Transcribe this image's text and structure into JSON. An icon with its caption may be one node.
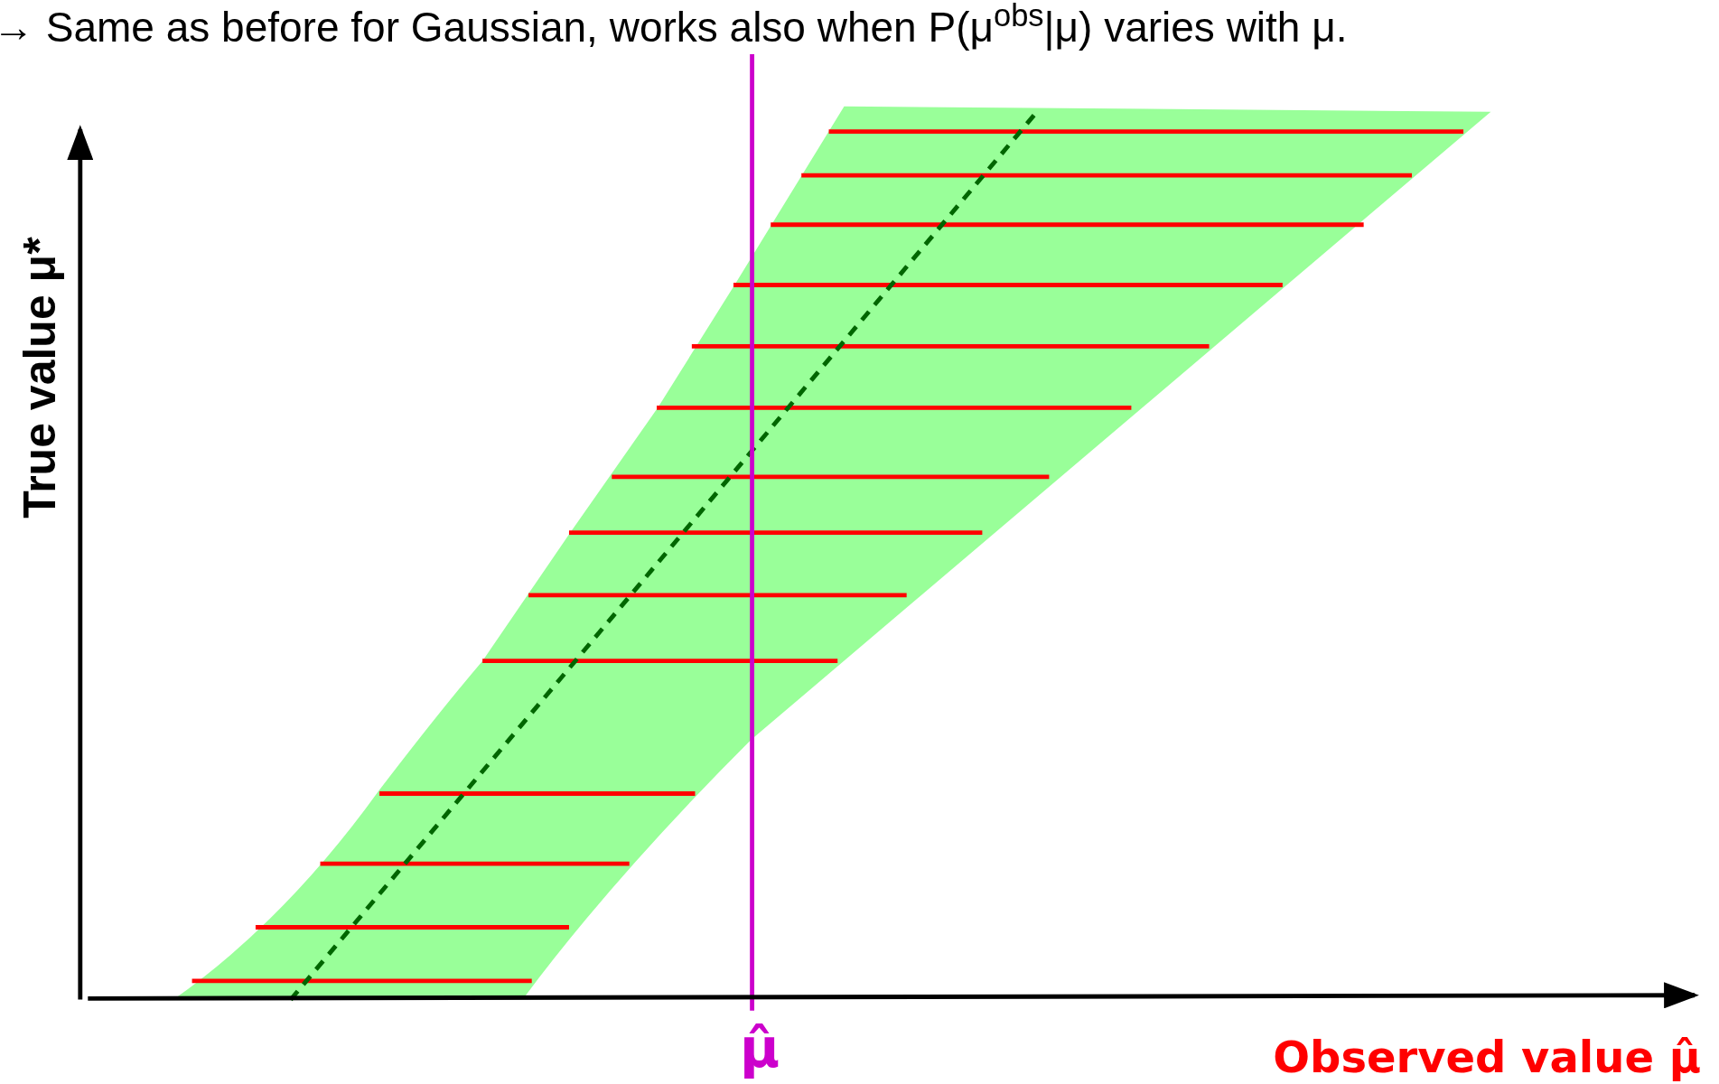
{
  "diagram": {
    "labels": [
      "→ Same as before for Gaussian, works also when P(μ$^{obs}$|μ) varies with μ.",
      "True value μ*",
      "μ̂",
      "Observed value μ̂"
    ]
  }
}
